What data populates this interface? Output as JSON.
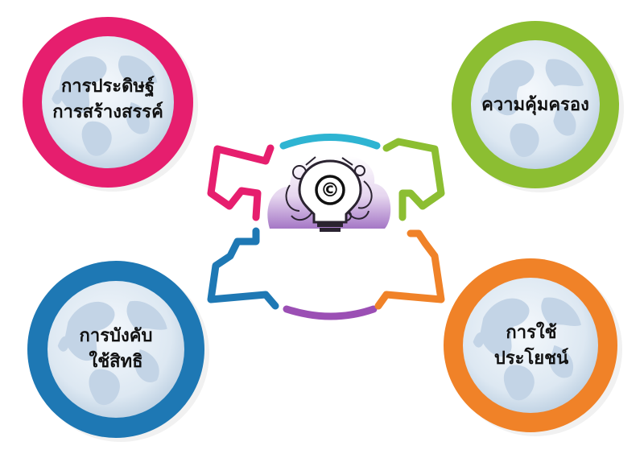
{
  "diagram": {
    "center": {
      "name": "copyright-lightbulb",
      "symbol": "©"
    },
    "nodes": [
      {
        "id": "invention",
        "lines": [
          "การประดิษฐ์",
          "การสร้างสรรค์"
        ],
        "color": "#e61e6e"
      },
      {
        "id": "protection",
        "lines": [
          "ความคุ้มครอง"
        ],
        "color": "#8cbe32"
      },
      {
        "id": "enforcement",
        "lines": [
          "การบังคับ",
          "ใช้สิทธิ"
        ],
        "color": "#1e78b4"
      },
      {
        "id": "utilization",
        "lines": [
          "การใช้",
          "ประโยชน์"
        ],
        "color": "#f08228"
      }
    ],
    "ring_colors": {
      "top": "#2eb4d2",
      "right_upper": "#8cbe32",
      "right_lower": "#f08228",
      "bottom": "#9b4fb4",
      "left_lower": "#1e78b4",
      "left_upper": "#e61e6e"
    }
  }
}
